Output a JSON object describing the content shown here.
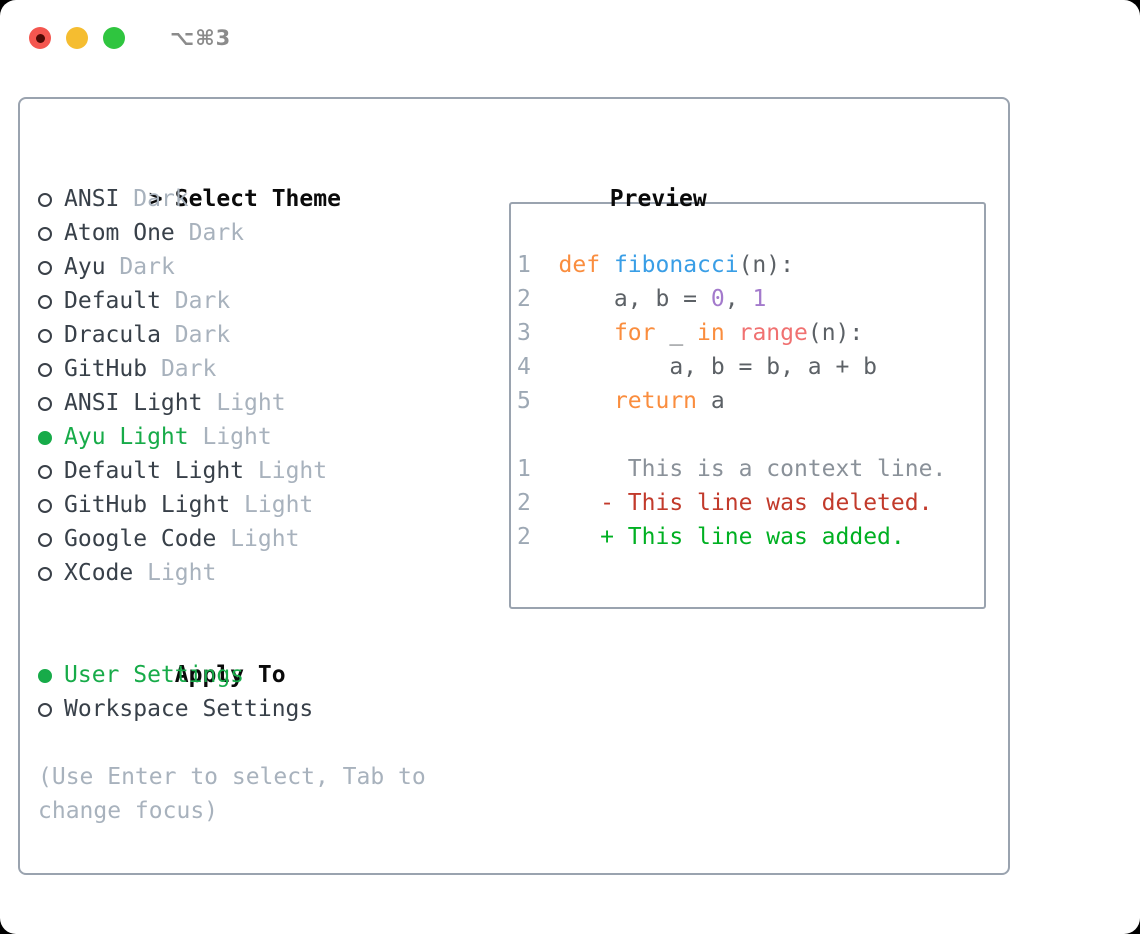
{
  "window": {
    "title": "⌥⌘3"
  },
  "titlebar": {
    "traffic_lights": {
      "close_color": "#F4564F",
      "close_dot_color": "#4E0A05",
      "minimize_color": "#F5BD30",
      "zoom_color": "#2FC53F"
    }
  },
  "theme_selector": {
    "header_marker": ">",
    "header_label": "Select Theme",
    "items": [
      {
        "name": "ANSI",
        "variant": "Dark",
        "selected": false
      },
      {
        "name": "Atom One",
        "variant": "Dark",
        "selected": false
      },
      {
        "name": "Ayu",
        "variant": "Dark",
        "selected": false
      },
      {
        "name": "Default",
        "variant": "Dark",
        "selected": false
      },
      {
        "name": "Dracula",
        "variant": "Dark",
        "selected": false
      },
      {
        "name": "GitHub",
        "variant": "Dark",
        "selected": false
      },
      {
        "name": "ANSI Light",
        "variant": "Light",
        "selected": false
      },
      {
        "name": "Ayu Light",
        "variant": "Light",
        "selected": true
      },
      {
        "name": "Default Light",
        "variant": "Light",
        "selected": false
      },
      {
        "name": "GitHub Light",
        "variant": "Light",
        "selected": false
      },
      {
        "name": "Google Code",
        "variant": "Light",
        "selected": false
      },
      {
        "name": "XCode",
        "variant": "Light",
        "selected": false
      }
    ],
    "selected_color": "#17AB49",
    "name_color": "#384049",
    "variant_color": "#A8B2BD"
  },
  "apply_to": {
    "label": "Apply To",
    "options": [
      {
        "name": "User Settings",
        "selected": true
      },
      {
        "name": "Workspace Settings",
        "selected": false
      }
    ]
  },
  "help": {
    "lines": [
      "(Use Enter to select, Tab to",
      "change focus)"
    ]
  },
  "preview": {
    "label": "Preview",
    "colors": {
      "keyword": "#FA8D3E",
      "function": "#399EE6",
      "call": "#F07171",
      "number": "#A37ACC",
      "plain": "#5C6166",
      "lineno": "#9DA8B4",
      "context": "#8A9199",
      "deleted": "#C23A2B",
      "added": "#00B022"
    },
    "code_lines": [
      {
        "num": "1",
        "segments": [
          {
            "t": "def",
            "c": "keyword"
          },
          {
            "t": " ",
            "c": "plain"
          },
          {
            "t": "fibonacci",
            "c": "function"
          },
          {
            "t": "(n):",
            "c": "plain"
          }
        ]
      },
      {
        "num": "2",
        "segments": [
          {
            "t": "    a, b = ",
            "c": "plain"
          },
          {
            "t": "0",
            "c": "number"
          },
          {
            "t": ", ",
            "c": "plain"
          },
          {
            "t": "1",
            "c": "number"
          }
        ]
      },
      {
        "num": "3",
        "segments": [
          {
            "t": "    ",
            "c": "plain"
          },
          {
            "t": "for",
            "c": "keyword"
          },
          {
            "t": " _ ",
            "c": "plain"
          },
          {
            "t": "in",
            "c": "keyword"
          },
          {
            "t": " ",
            "c": "plain"
          },
          {
            "t": "range",
            "c": "call"
          },
          {
            "t": "(n):",
            "c": "plain"
          }
        ]
      },
      {
        "num": "4",
        "segments": [
          {
            "t": "        a, b = b, a + b",
            "c": "plain"
          }
        ]
      },
      {
        "num": "5",
        "segments": [
          {
            "t": "    ",
            "c": "plain"
          },
          {
            "t": "return",
            "c": "keyword"
          },
          {
            "t": " a",
            "c": "plain"
          }
        ]
      }
    ],
    "diff_lines": [
      {
        "num": "1",
        "sign": " ",
        "text": "This is a context line.",
        "kind": "context"
      },
      {
        "num": "2",
        "sign": "-",
        "text": "This line was deleted.",
        "kind": "deleted"
      },
      {
        "num": "2",
        "sign": "+",
        "text": "This line was added.",
        "kind": "added"
      }
    ]
  }
}
